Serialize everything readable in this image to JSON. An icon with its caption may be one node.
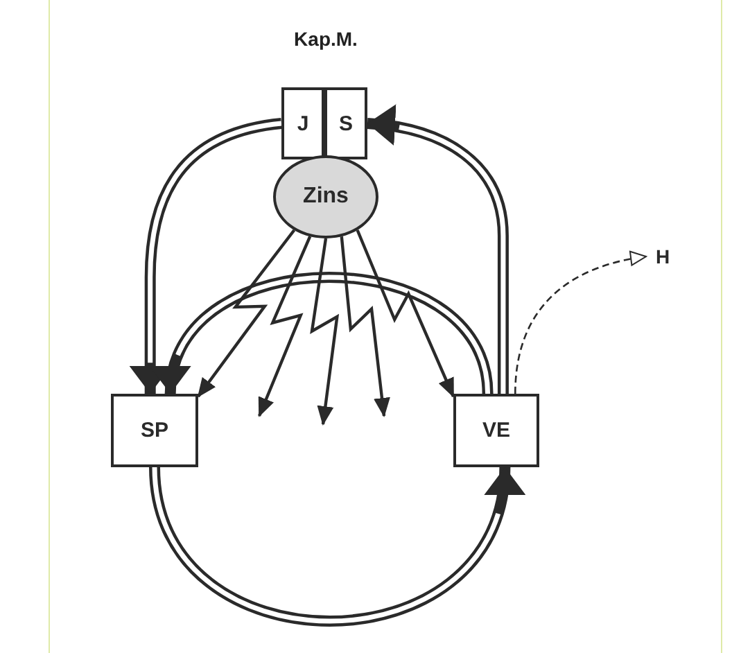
{
  "diagram": {
    "title": "Kap.M.",
    "nodes": [
      {
        "text": [
          "J"
        ]
      },
      {
        "text": [
          "S"
        ]
      },
      {
        "text": [
          "Zins"
        ]
      },
      {
        "text": [
          "SP"
        ]
      },
      {
        "text": [
          "VE"
        ]
      },
      {
        "text": [
          "H"
        ]
      }
    ],
    "edges": [
      {
        "from": 0,
        "to": 3,
        "arrow": "to",
        "style": "thick"
      },
      {
        "from": 4,
        "to": 1,
        "arrow": "to",
        "style": "thick"
      },
      {
        "from": 4,
        "to": 3,
        "arrow": "to",
        "style": "thick"
      },
      {
        "from": 3,
        "to": 4,
        "arrow": "to",
        "style": "thick"
      },
      {
        "from": 2,
        "to": 3,
        "arrow": "to"
      },
      {
        "from": 2,
        "to": null,
        "arrow": "to"
      },
      {
        "from": 2,
        "to": null,
        "arrow": "to"
      },
      {
        "from": 2,
        "to": null,
        "arrow": "to"
      },
      {
        "from": 2,
        "to": 4,
        "arrow": "to"
      },
      {
        "from": 4,
        "to": 5,
        "arrow": "to",
        "style": "dashed"
      }
    ]
  }
}
